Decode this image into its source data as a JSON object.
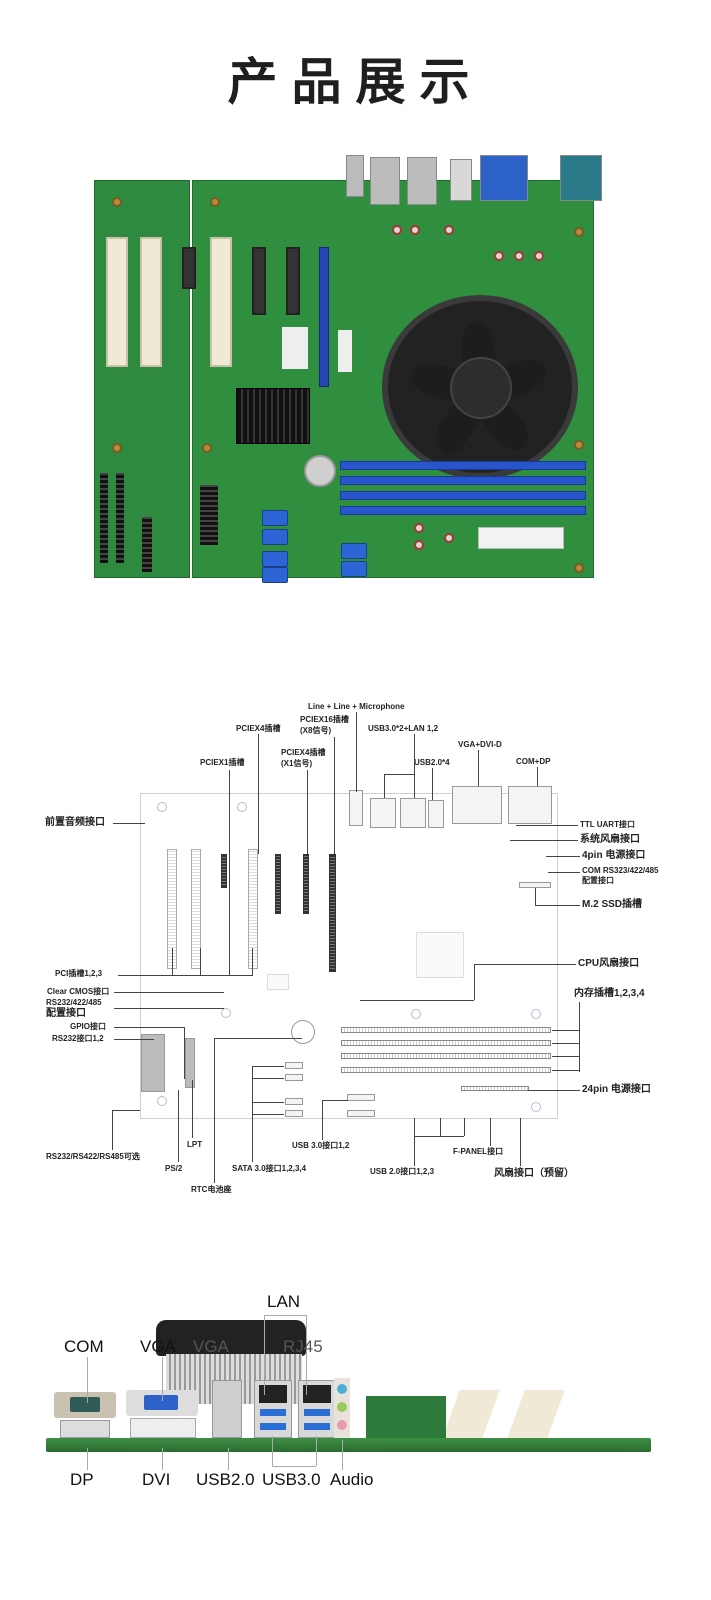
{
  "page": {
    "title": "产品展示"
  },
  "diagram": {
    "top_labels": {
      "line_mic": "Line + Line + Microphone",
      "pciex16": "PCIEX16插槽",
      "pciex16_sub": "(X8信号)",
      "pciex4_a": "PCIEX4插槽",
      "pciex4_b": "PCIEX4插槽",
      "pciex4_b_sub": "(X1信号)",
      "pciex1": "PCIEX1插槽",
      "usb3_lan": "USB3.0*2+LAN 1,2",
      "usb2x4": "USB2.0*4",
      "vga_dvi": "VGA+DVI-D",
      "com_dp": "COM+DP"
    },
    "left_labels": {
      "front_audio": "前置音频接口",
      "pci_slots": "PCI插槽1,2,3",
      "clear_cmos": "Clear CMOS接口",
      "rs_config_1": "RS232/422/485",
      "rs_config_2": "配置接口",
      "gpio": "GPIO接口",
      "rs232": "RS232接口1,2"
    },
    "right_labels": {
      "ttl_uart": "TTL UART接口",
      "sys_fan": "系统风扇接口",
      "power_4pin": "4pin 电源接口",
      "com_config_1": "COM RS323/422/485",
      "com_config_2": "配置接口",
      "m2_ssd": "M.2 SSD插槽",
      "cpu_fan": "CPU风扇接口",
      "memory": "内存插槽1,2,3,4",
      "power_24pin": "24pin 电源接口"
    },
    "bottom_labels": {
      "rs_optional": "RS232/RS422/RS485可选",
      "ps2": "PS/2",
      "lpt": "LPT",
      "rtc": "RTC电池座",
      "sata": "SATA 3.0接口1,2,3,4",
      "usb3": "USB 3.0接口1,2",
      "usb2": "USB 2.0接口1,2,3",
      "fpanel": "F-PANEL接口",
      "fan_reserved": "风扇接口（预留）"
    }
  },
  "io_view": {
    "top": {
      "lan": "LAN",
      "com": "COM",
      "vga": "VGA",
      "vga_ghost": "VGA",
      "rj45": "RJ45"
    },
    "bottom": {
      "dp": "DP",
      "dvi": "DVI",
      "usb2": "USB2.0",
      "usb3": "USB3.0",
      "audio": "Audio"
    }
  },
  "colors": {
    "pcb_green": "#2f8f3f",
    "slot_blue": "#2646b8",
    "text": "#222222"
  }
}
